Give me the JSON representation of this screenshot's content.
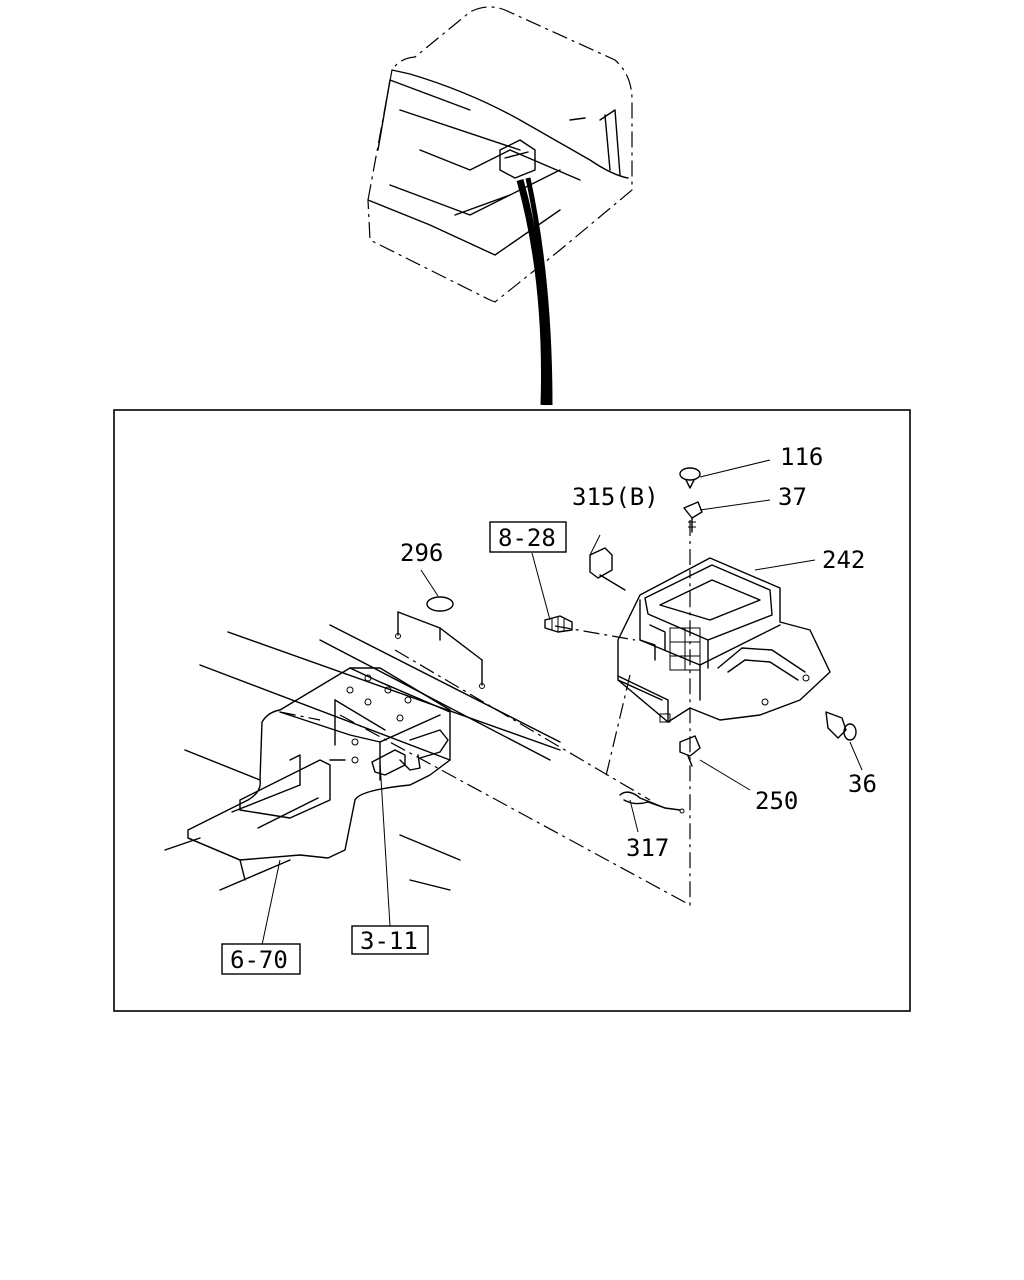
{
  "callouts": {
    "c116": "116",
    "c37": "37",
    "c315": "315(B)",
    "c242": "242",
    "c296": "296",
    "c36": "36",
    "c250": "250",
    "c317": "317"
  },
  "references": {
    "r828": "8-28",
    "r311": "3-11",
    "r670": "6-70"
  }
}
